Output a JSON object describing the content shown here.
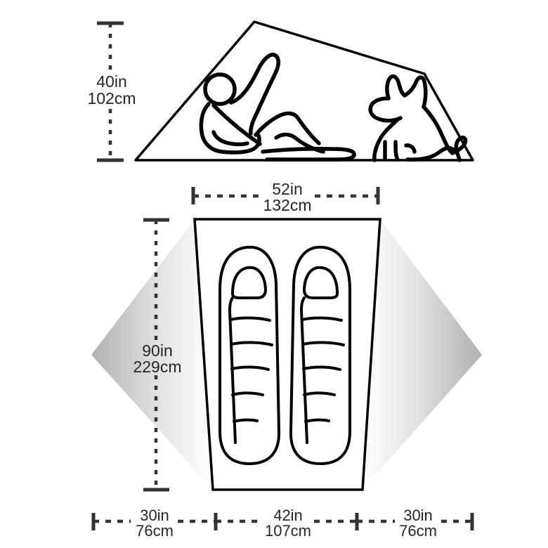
{
  "diagram": {
    "title": "Tent dimensions diagram",
    "line_color": "#000000",
    "dimension_color": "#333333",
    "text_color": "#262626",
    "vestibule_gradient": {
      "from": "#b4b4b4",
      "to": "#ffffff"
    },
    "views": {
      "elevation": {
        "name": "side-elevation-view",
        "occupants": [
          "person-reclining",
          "dog-sitting"
        ]
      },
      "floorplan": {
        "name": "floor-plan-view",
        "occupants": [
          "sleeping-bag-left",
          "sleeping-bag-right"
        ],
        "vestibules": [
          "vestibule-left",
          "vestibule-right"
        ]
      }
    }
  },
  "dimensions": {
    "peak_height": {
      "name": "peak-height",
      "imperial": "40in",
      "metric": "102cm",
      "orientation": "vertical"
    },
    "width": {
      "name": "floor-width",
      "imperial": "52in",
      "metric": "132cm",
      "orientation": "horizontal"
    },
    "length": {
      "name": "floor-length",
      "imperial": "90in",
      "metric": "229cm",
      "orientation": "vertical"
    },
    "vestibule_left": {
      "name": "vestibule-left-depth",
      "imperial": "30in",
      "metric": "76cm",
      "orientation": "horizontal"
    },
    "floor_span": {
      "name": "floor-span",
      "imperial": "42in",
      "metric": "107cm",
      "orientation": "horizontal"
    },
    "vestibule_right": {
      "name": "vestibule-right-depth",
      "imperial": "30in",
      "metric": "76cm",
      "orientation": "horizontal"
    }
  }
}
